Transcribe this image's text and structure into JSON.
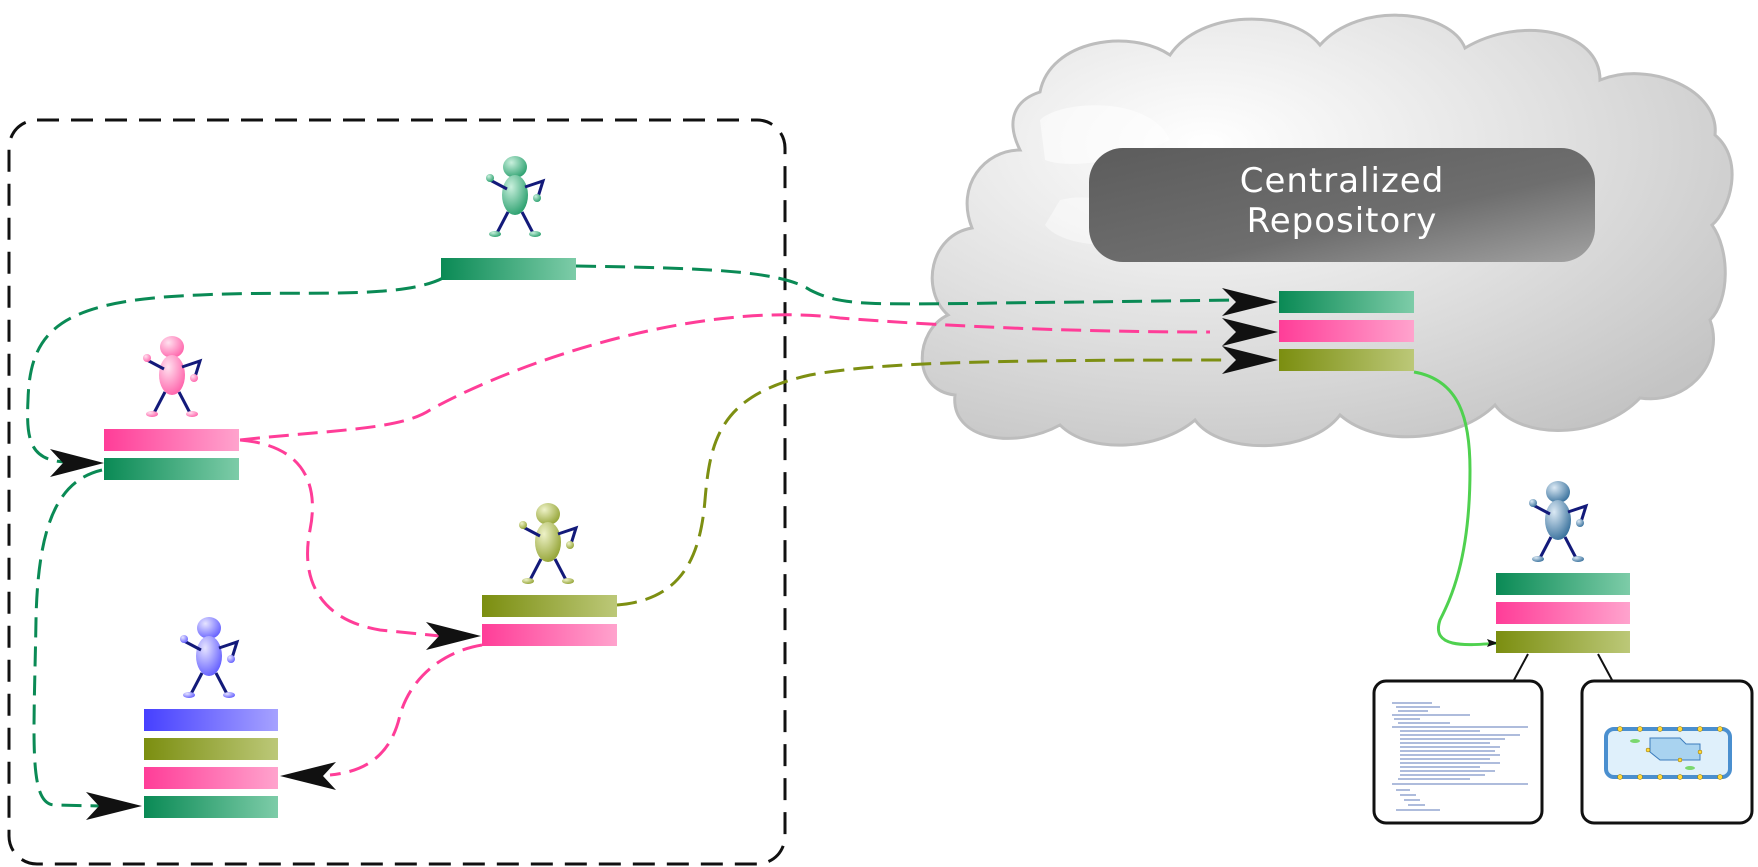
{
  "repository": {
    "title_line1": "Centralized",
    "title_line2": "Repository"
  },
  "colors": {
    "green": "#0a8a55",
    "green_light": "#73c8a2",
    "pink": "#ff3d98",
    "pink_light": "#ff9fcb",
    "olive": "#7d8f12",
    "olive_light": "#b8c571",
    "blue": "#4c46ff",
    "blue_light": "#a39fff",
    "repo_link": "#4fd14f",
    "cylinder": "#6a6a6a"
  },
  "figures": [
    {
      "name": "green-user",
      "color": "green"
    },
    {
      "name": "pink-user",
      "color": "pink"
    },
    {
      "name": "olive-user",
      "color": "olive"
    },
    {
      "name": "blue-user",
      "color": "blue"
    },
    {
      "name": "steel-user",
      "color": "steel"
    }
  ],
  "icons": {
    "document": "document-icon",
    "network_diagram": "network-diagram-icon",
    "cloud": "cloud-icon"
  }
}
